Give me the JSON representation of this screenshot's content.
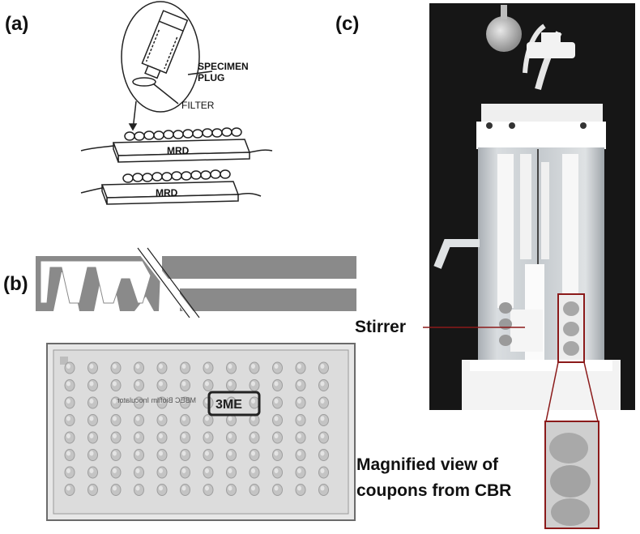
{
  "panels": {
    "a": {
      "label": "(a)",
      "specimen_plug": "SPECIMEN\nPLUG",
      "filter": "FILTER",
      "mrd_top": "MRD",
      "mrd_bottom": "MRD"
    },
    "b": {
      "label": "(b)",
      "plate_mark": "3ME",
      "plate_text": "MBEC   Biofilm   Inoculator"
    },
    "c": {
      "label": "(c)",
      "stirrer": "Stirrer",
      "magnified_line1": "Magnified view of",
      "magnified_line2": "coupons from CBR"
    }
  },
  "colors": {
    "callout_red": "#8b1a1a",
    "reactor_background": "#161616",
    "plate_gray": "#c8c8c8"
  }
}
